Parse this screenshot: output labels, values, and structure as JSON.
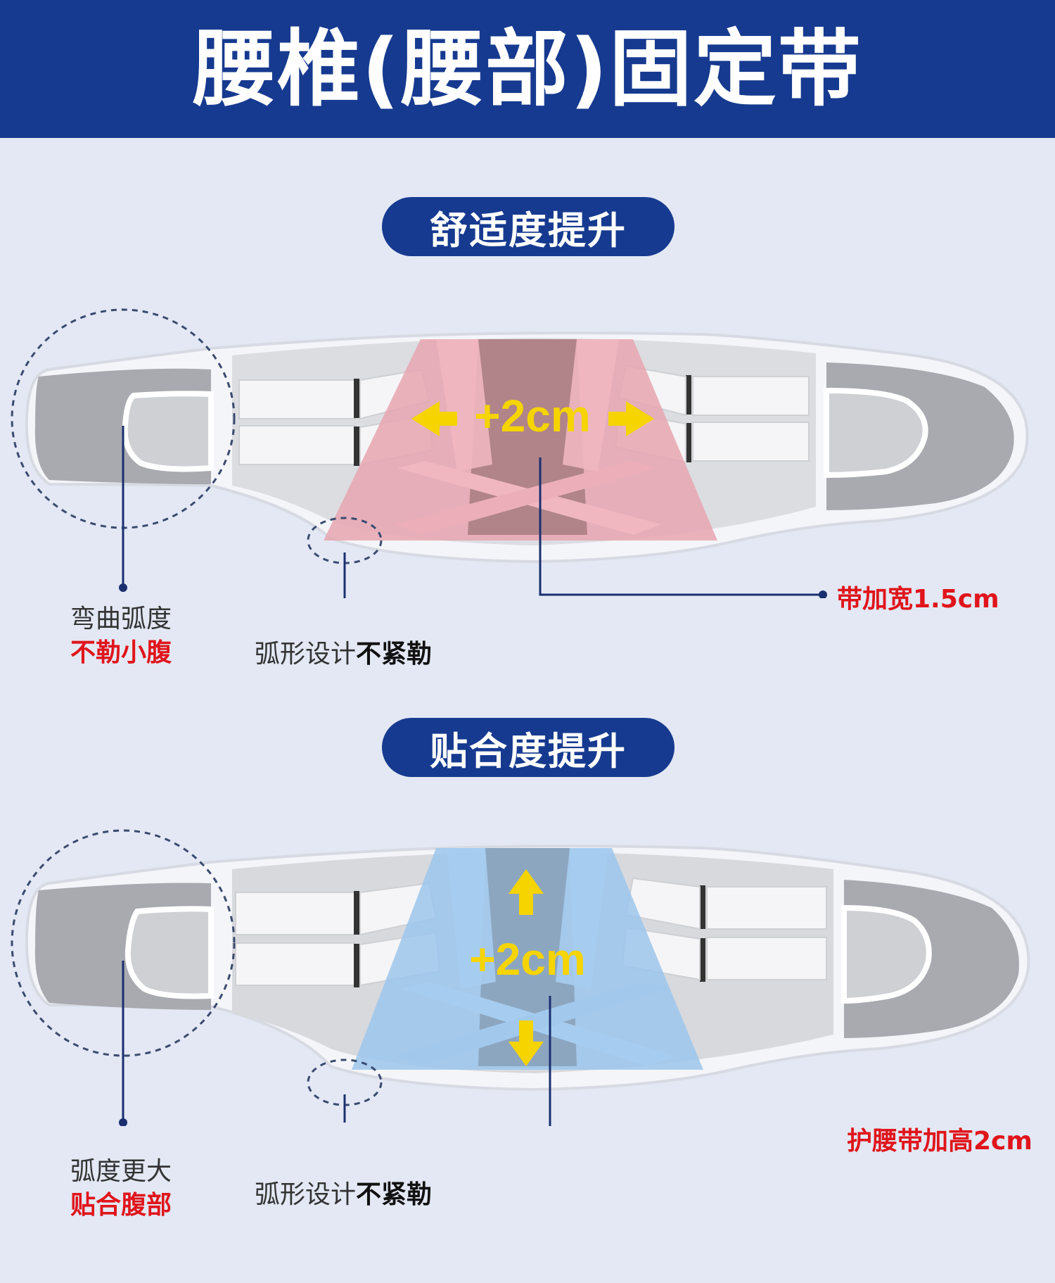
{
  "title": "腰椎(腰部)固定带",
  "section1": {
    "pill": "舒适度提升",
    "measure": "+2cm",
    "callout_left_line1": "弯曲弧度",
    "callout_left_line2": "不勒小腹",
    "callout_mid_prefix": "弧形设计",
    "callout_mid_bold": "不紧勒",
    "callout_right": "带加宽1.5cm"
  },
  "section2": {
    "pill": "贴合度提升",
    "measure": "+2cm",
    "callout_left_line1": "弧度更大",
    "callout_left_line2": "贴合腹部",
    "callout_mid_prefix": "弧形设计",
    "callout_mid_bold": "不紧勒",
    "callout_right": "护腰带加高2cm"
  },
  "colors": {
    "header": "#163a8f",
    "pink_highlight": "#e6a6b0",
    "blue_highlight": "#9cc6ec",
    "arrow": "#f5d400",
    "red_text": "#e0151b"
  }
}
